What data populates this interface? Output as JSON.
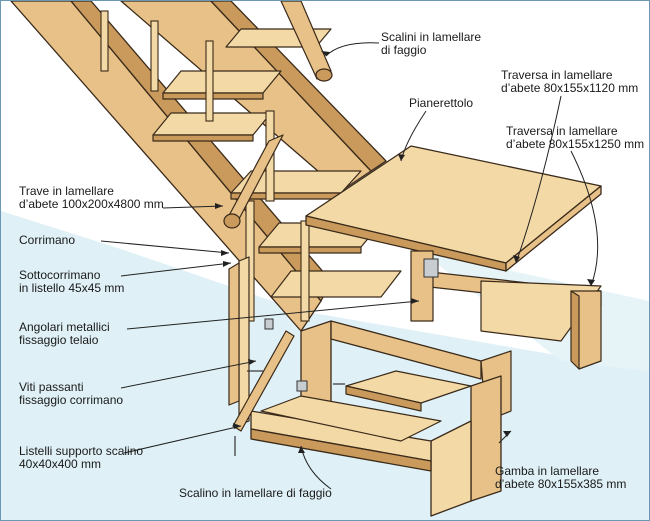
{
  "colors": {
    "background_floor": "#dff0f6",
    "wood_light": "#f3d9a6",
    "wood_mid": "#e7c188",
    "wood_dark": "#c99a5c",
    "outline": "#3a2a1a",
    "leader": "#222222"
  },
  "icons": [
    "wood-stair-illustration",
    "metal-bracket-icon",
    "screw-icon"
  ],
  "labels": {
    "scalini": [
      "Scalini in lamellare",
      "di faggio"
    ],
    "pianerottolo": [
      "Pianerettolo"
    ],
    "traversa1120": [
      "Traversa in lamellare",
      "d’abete 80x155x1120 mm"
    ],
    "traversa1250": [
      "Traversa in lamellare",
      "d’abete 80x155x1250 mm"
    ],
    "trave": [
      "Trave in lamellare",
      "d’abete 100x200x4800 mm"
    ],
    "corrimano": [
      "Corrimano"
    ],
    "sottocorrimano": [
      "Sottocorrimano",
      "in listello 45x45 mm"
    ],
    "angolari": [
      "Angolari metallici",
      "fissaggio telaio"
    ],
    "viti": [
      "Viti passanti",
      "fissaggio corrimano"
    ],
    "listelli": [
      "Listelli supporto scalino",
      "40x40x400 mm"
    ],
    "scalino": [
      "Scalino in lamellare di faggio"
    ],
    "gamba": [
      "Gamba in lamellare",
      "d’abete 80x155x385 mm"
    ]
  }
}
